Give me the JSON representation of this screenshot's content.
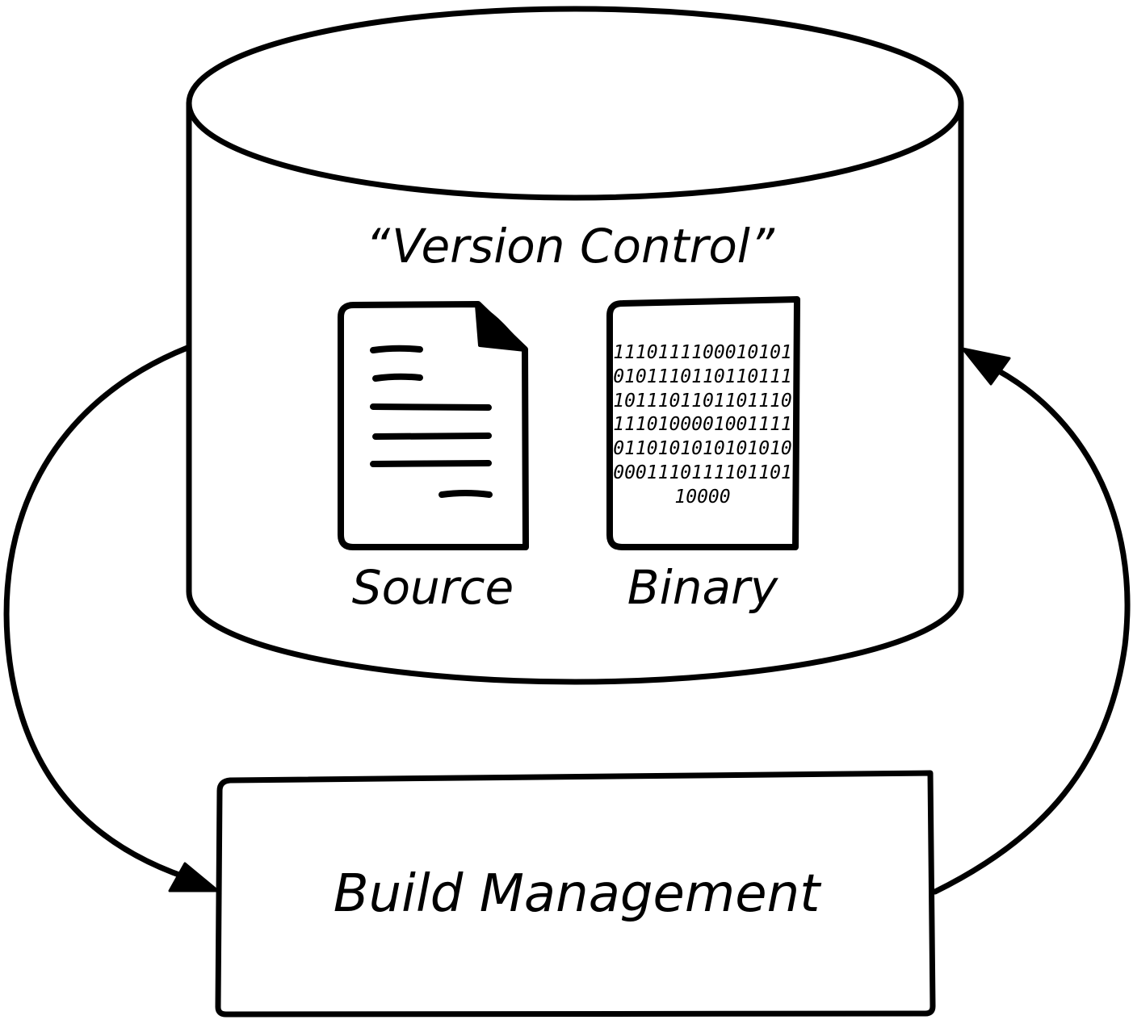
{
  "repository": {
    "title": "“Version Control”"
  },
  "artifacts": {
    "source_label": "Source",
    "binary_label": "Binary",
    "binary_lines": [
      "1110111100010101",
      "0101110110110111",
      "1011101101101110",
      "1110100001001111",
      "0110101010101010",
      "0001110111101101",
      "10000"
    ]
  },
  "build": {
    "label": "Build Management"
  }
}
